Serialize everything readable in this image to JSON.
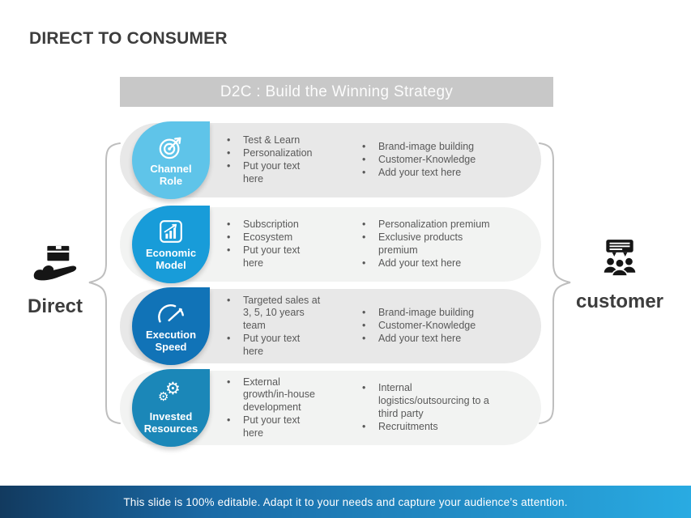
{
  "slide": {
    "title": "DIRECT TO CONSUMER",
    "banner": "D2C : Build the Winning Strategy",
    "left_label": "Direct",
    "right_label": "customer",
    "footer": "This slide is 100% editable. Adapt it to your needs and capture your audience’s attention."
  },
  "colors": {
    "banner_bg": "#C8C8C8",
    "row_dark": "#E8E8E8",
    "row_light": "#F2F3F2",
    "brace": "#BEBEBE",
    "footer_gradient_left": "#123A5F",
    "footer_gradient_right": "#29ABE2",
    "bullet_text": "#595959",
    "title_text": "#3D3D3D"
  },
  "rows": [
    {
      "label_line1": "Channel",
      "label_line2": "Role",
      "icon": "target-icon",
      "color": "#5FC4E9",
      "left": [
        "Test & Learn",
        "Personalization",
        "Put your text here"
      ],
      "right": [
        "Brand-image building",
        "Customer-Knowledge",
        "Add your text here"
      ]
    },
    {
      "label_line1": "Economic",
      "label_line2": "Model",
      "icon": "bar-chart-icon",
      "color": "#189CD9",
      "left": [
        "Subscription",
        "Ecosystem",
        "Put your text here"
      ],
      "right": [
        "Personalization premium",
        "Exclusive products premium",
        "Add your text here"
      ]
    },
    {
      "label_line1": "Execution",
      "label_line2": "Speed",
      "icon": "speedometer-icon",
      "color": "#1173B7",
      "left": [
        "Targeted sales at 3, 5, 10  years team",
        "Put your text here"
      ],
      "right": [
        "Brand-image building",
        "Customer-Knowledge",
        "Add your text here"
      ]
    },
    {
      "label_line1": "Invested",
      "label_line2": "Resources",
      "icon": "gears-icon",
      "color": "#1B87B8",
      "left": [
        "External growth/in-house development",
        "Put your text here"
      ],
      "right": [
        "Internal logistics/outsourcing to a third party",
        "Recruitments"
      ]
    }
  ]
}
